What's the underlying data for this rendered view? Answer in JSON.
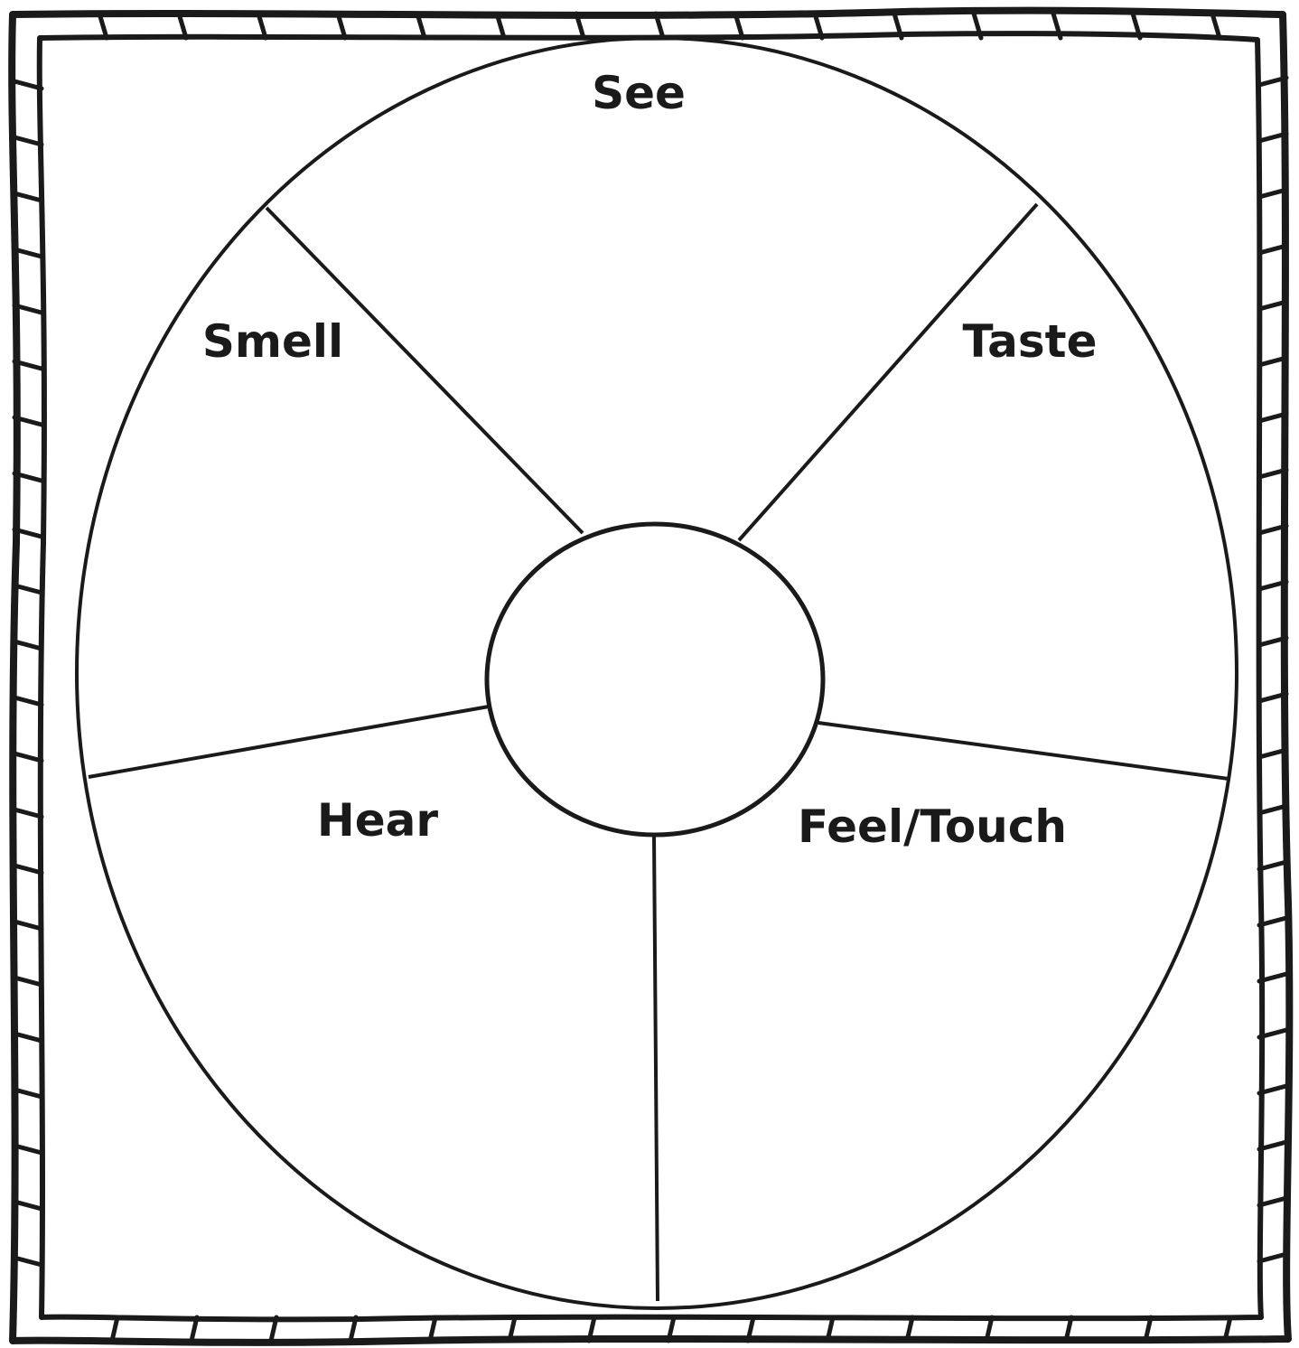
{
  "diagram": {
    "type": "senses-wheel",
    "labels": {
      "see": "See",
      "smell": "Smell",
      "taste": "Taste",
      "hear": "Hear",
      "feel_touch": "Feel/Touch"
    },
    "center_text": ""
  },
  "colors": {
    "background": "#ffffff",
    "ink": "#1a1a1a"
  }
}
